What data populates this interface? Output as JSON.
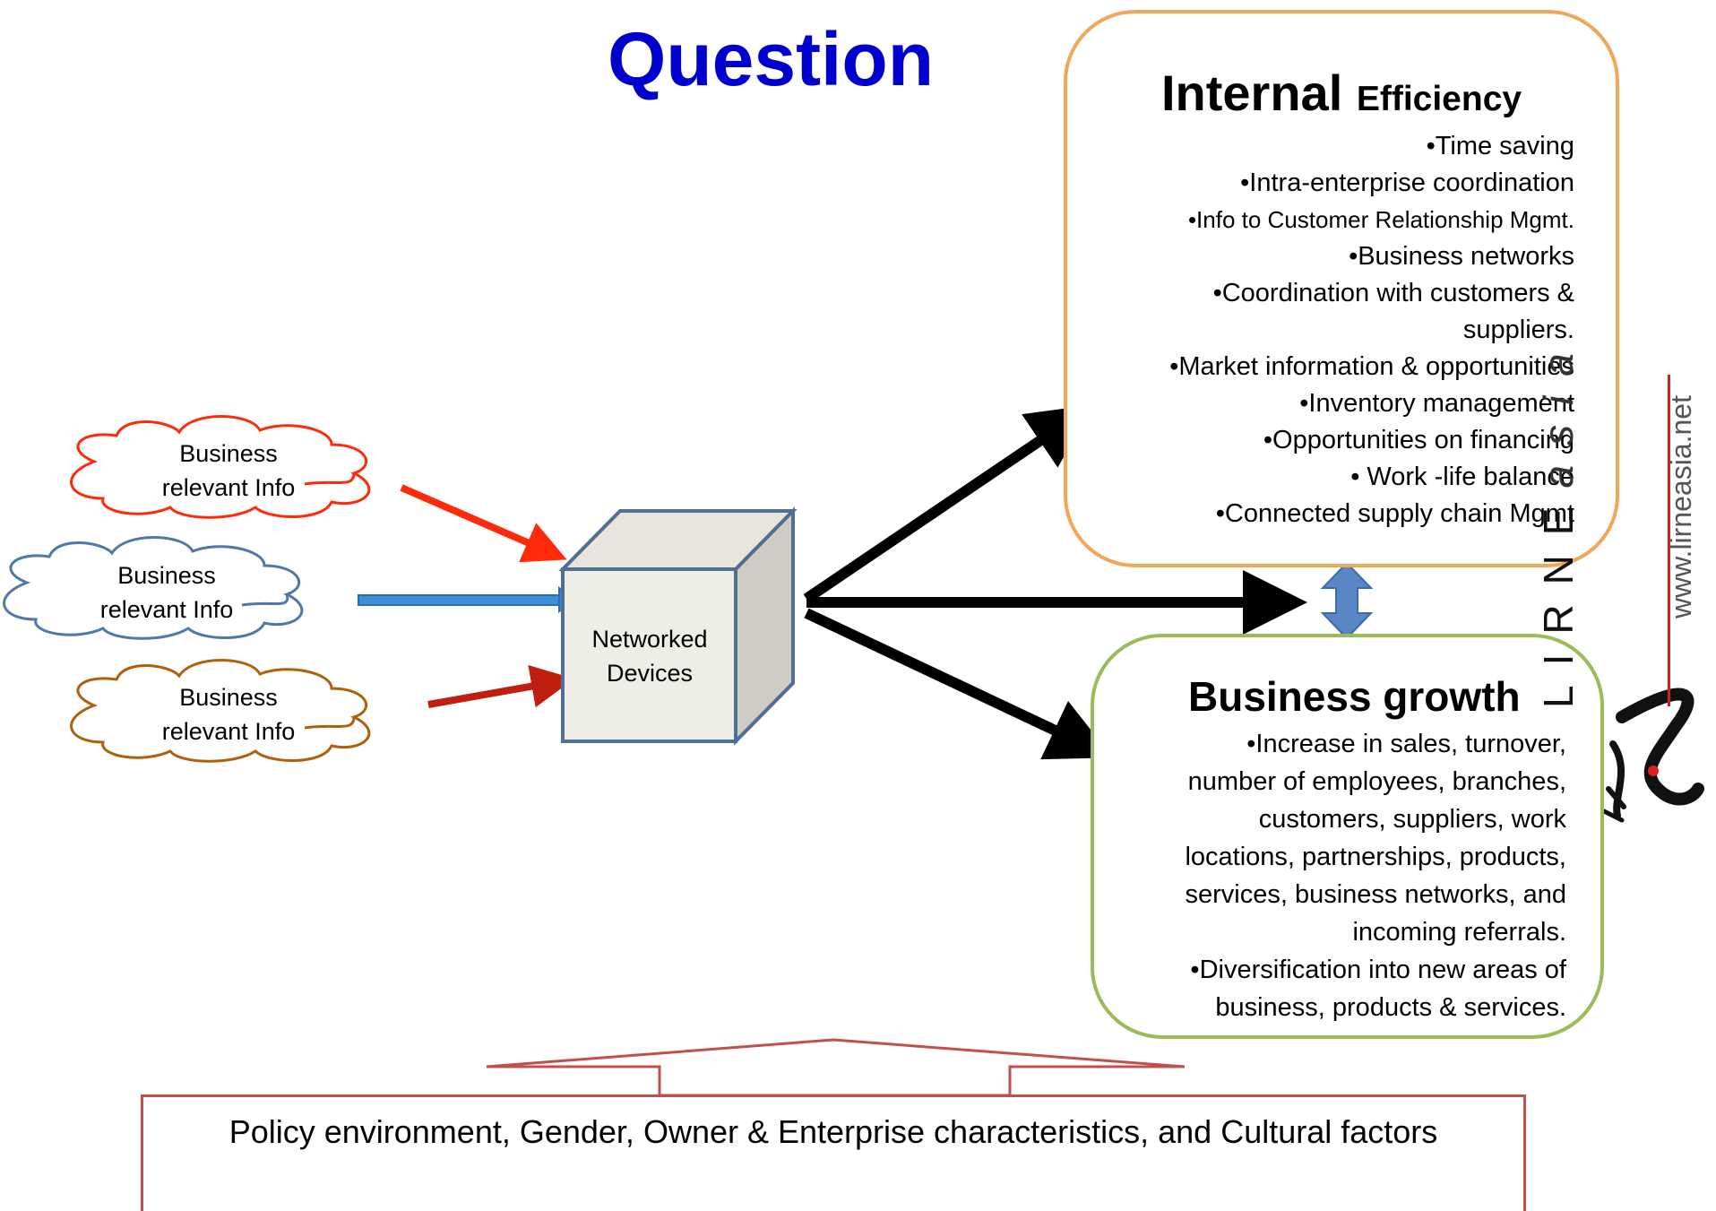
{
  "title": "Question",
  "clouds": [
    {
      "line1": "Business",
      "line2": "relevant Info",
      "color": "#ff2a0a"
    },
    {
      "line1": "Business",
      "line2": "relevant Info",
      "color": "#4f78a8"
    },
    {
      "line1": "Business",
      "line2": "relevant Info",
      "color": "#b0600c"
    }
  ],
  "device": {
    "line1": "Networked",
    "line2": "Devices"
  },
  "internal_efficiency": {
    "heading_big": "Internal",
    "heading_small": "Efficiency",
    "items": [
      "•Time saving",
      "•Intra-enterprise coordination",
      "•Info to Customer Relationship Mgmt.",
      "•Business networks",
      "•Coordination with customers  &",
      "suppliers.",
      "•Market information & opportunities",
      "•Inventory management",
      "•Opportunities on financing",
      "• Work -life balance",
      "•Connected supply chain Mgmt"
    ]
  },
  "business_growth": {
    "heading": "Business growth",
    "items": [
      "•Increase in sales, turnover,",
      "number of employees, branches,",
      "customers, suppliers, work",
      "locations, partnerships, products,",
      "services, business networks, and",
      "incoming referrals.",
      "•Diversification into new areas of",
      "business, products & services."
    ]
  },
  "footer": "Policy environment, Gender, Owner & Enterprise characteristics, and Cultural factors",
  "logo": {
    "word_main": "LIRNE",
    "word_italic": "asia",
    "url": "www.lirneasia.net"
  },
  "colors": {
    "title": "#0000cc",
    "internal_border": "#f2a65a",
    "growth_border": "#9bbb59",
    "footer_border": "#c0504d",
    "cube_front": "#efeee6",
    "cube_side": "#cfccc4",
    "cube_stroke": "#4f6f95",
    "double_arrow": "#5b86c5"
  }
}
